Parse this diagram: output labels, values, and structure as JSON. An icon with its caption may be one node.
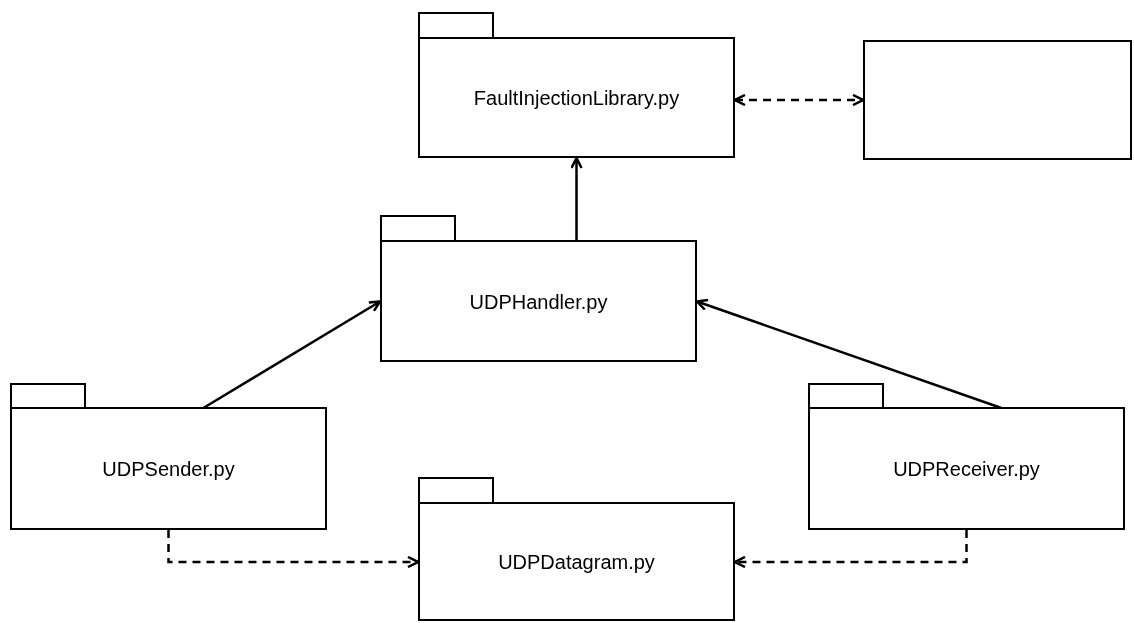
{
  "diagram": {
    "nodes": [
      {
        "text": [
          "FaultInjectionLibrary.py"
        ]
      },
      {
        "text": [],
        "shape": "box"
      },
      {
        "text": [
          "UDPHandler.py"
        ]
      },
      {
        "text": [
          "UDPSender.py"
        ]
      },
      {
        "text": [
          "UDPReceiver.py"
        ]
      },
      {
        "text": [
          "UDPDatagram.py"
        ]
      }
    ],
    "edges": [
      {
        "from": 2,
        "to": 0,
        "arrow": "to"
      },
      {
        "from": 0,
        "to": 1,
        "arrow": "both",
        "style": "dashed"
      },
      {
        "from": 3,
        "to": 2,
        "arrow": "to"
      },
      {
        "from": 4,
        "to": 2,
        "arrow": "to"
      },
      {
        "from": 3,
        "to": 5,
        "arrow": "to",
        "style": "dashed"
      },
      {
        "from": 4,
        "to": 5,
        "arrow": "to",
        "style": "dashed"
      }
    ]
  }
}
